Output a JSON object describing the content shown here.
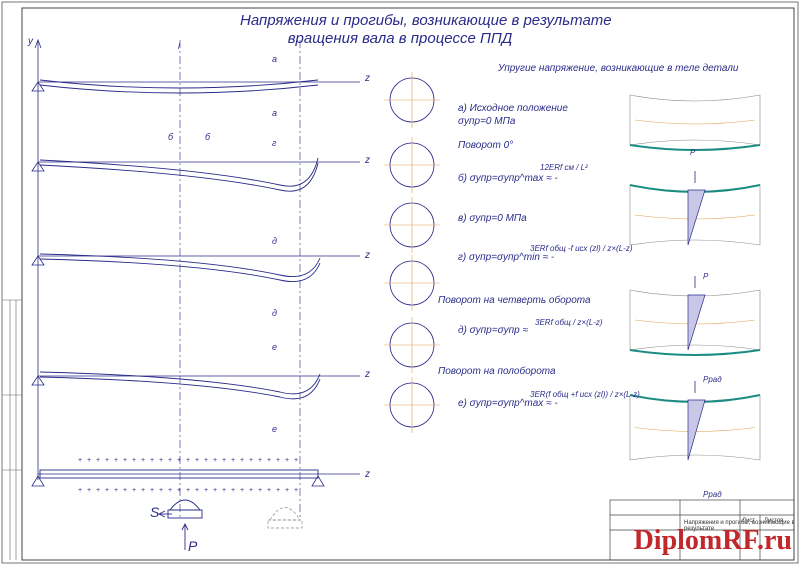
{
  "title": {
    "line1": "Напряжения и прогибы, возникающие в результате",
    "line2": "вращения вала в процессе ППД"
  },
  "right_title": "Упругие напряжение, возникающие в теле детали",
  "cases": [
    {
      "head": "а) Исходное положение",
      "formula": "σупр=0 МПа"
    },
    {
      "head": "б) σупр=σупр^max ≈ -",
      "formula": "12ERf см / L²"
    },
    {
      "head": "в) σупр=0 МПа",
      "formula": ""
    },
    {
      "head": "г) σупр=σупр^min ≈ -",
      "formula": "3ERf общ -f исх (zl) / z×(L-z)"
    },
    {
      "head": "д) σупр=σупр ≈",
      "formula": "3ERf общ / z×(L-z)"
    },
    {
      "head": "е) σупр=σупр^max ≈ -",
      "formula": "3ER(f общ +f исх (zl)) / z×(L-z)"
    }
  ],
  "rotations": {
    "r1": "Поворот 0°",
    "r2": "Поворот на четверть оборота",
    "r3": "Поворот на полоборота"
  },
  "axis": {
    "y": "y",
    "z": "z"
  },
  "labels": {
    "l": "l",
    "a": "а",
    "b": "б",
    "g": "г",
    "d": "д",
    "e": "е",
    "S": "S",
    "P": "P",
    "Prad": "Pрад"
  },
  "stamp": {
    "name": "Напряжения и прогибы, возникающие в результате",
    "sheet": "Лист",
    "sheets": "Листов"
  },
  "watermark": "DiplomRF.ru",
  "colors": {
    "ink": "#2b2b8a",
    "teal": "#1a8c84",
    "orange": "#e0a050",
    "stamp": "#c0282c"
  }
}
